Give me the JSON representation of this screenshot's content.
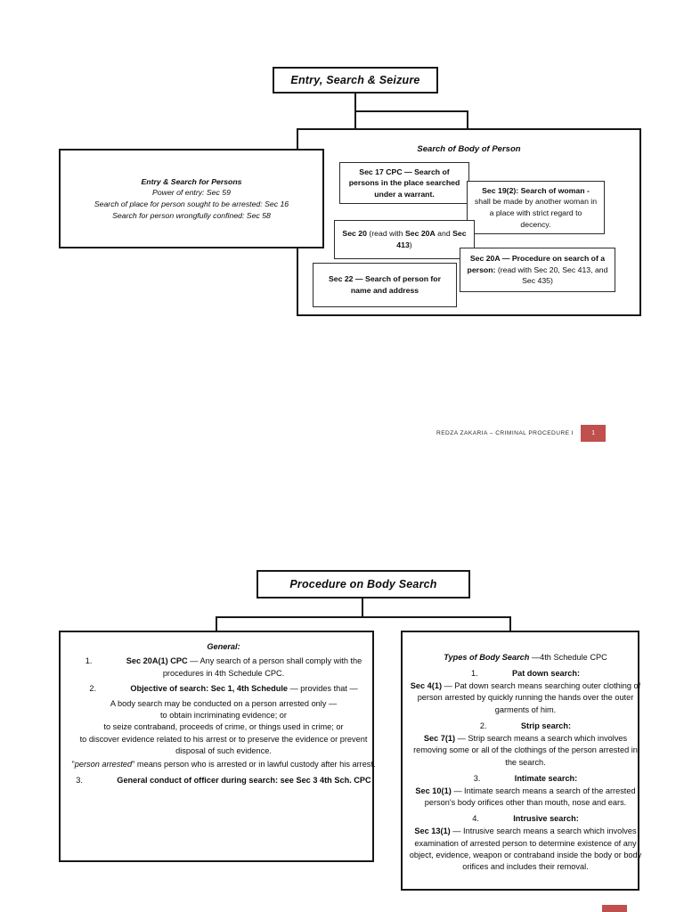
{
  "document": {
    "footer": {
      "text": "REDZA ZAKARIA – CRIMINAL PROCEDURE I",
      "page_number": "1",
      "badge_color": "#C0504D"
    }
  },
  "diagram1": {
    "title": "Entry, Search & Seizure",
    "left_branch": {
      "heading": "Entry & Search for Persons",
      "lines": [
        "Power of entry: Sec 59",
        "Search of place for person sought to be arrested: Sec 16",
        "Search for person wrongfully confined: Sec 58"
      ]
    },
    "right_branch": {
      "heading": "Search of Body of Person",
      "boxes": [
        {
          "id": "sec17",
          "lead": "Sec 17 CPC — Search of persons",
          "rest": " in the place searched under a warrant."
        },
        {
          "id": "sec19",
          "lead": "Sec 19(2): Search of woman -",
          "rest": " shall be made by another woman in a place with strict regard to decency."
        },
        {
          "id": "sec20",
          "lead": "Sec 20",
          "mid": " (read with ",
          "lead2": "Sec 20A",
          "mid2": " and ",
          "lead3": "Sec 413",
          "rest": ")"
        },
        {
          "id": "sec20a",
          "lead": "Sec 20A — Procedure on search of a person:",
          "rest": " (read with Sec 20, Sec 413, and Sec 435)"
        },
        {
          "id": "sec22",
          "lead": "Sec 22 — Search of person for name and address",
          "rest": ""
        }
      ]
    }
  },
  "diagram2": {
    "title": "Procedure on Body Search",
    "general": {
      "heading": "General:",
      "items": [
        {
          "num": "1.",
          "bold": "Sec 20A(1) CPC",
          "text": " — Any search of a person shall comply with the procedures in 4th Schedule CPC."
        },
        {
          "num": "2.",
          "bold": "Objective of search: Sec 1, 4th Schedule",
          "text": " — provides that —"
        }
      ],
      "sub_lines": [
        "A body search may be conducted on a person arrested only —",
        "to obtain incriminating evidence; or",
        "to seize contraband, proceeds of crime, or things used in crime; or",
        "to discover evidence related to his arrest or to preserve the evidence or prevent disposal of such evidence."
      ],
      "definition": {
        "quoted": "person arrested",
        "text": " means person who is arrested or in lawful custody after his arrest."
      },
      "item3": {
        "num": "3.",
        "bold": "General conduct of officer during search: see Sec 3 4th Sch. CPC"
      }
    },
    "types": {
      "heading_bold": "Types of Body Search",
      "heading_rest": " —4th Schedule CPC",
      "items": [
        {
          "num": "1.",
          "name": "Pat down search:",
          "bold": "Sec 4(1)",
          "text": " — Pat down search means searching outer clothing of person arrested by quickly running the hands over the outer garments of him."
        },
        {
          "num": "2.",
          "name": "Strip search:",
          "bold": "Sec 7(1)",
          "text": " — Strip search means a search which involves removing some or all of the clothings of the person arrested in the search."
        },
        {
          "num": "3.",
          "name": "Intimate search:",
          "bold": "Sec 10(1)",
          "text": " — Intimate search means a search of the arrested person's body orifices other than mouth, nose and ears."
        },
        {
          "num": "4.",
          "name": "Intrusive search:",
          "bold": "Sec 13(1)",
          "text": " — Intrusive search means a search which involves examination of arrested person to determine existence of any object, evidence, weapon or contraband inside the body or body orifices and includes their removal."
        }
      ]
    }
  }
}
